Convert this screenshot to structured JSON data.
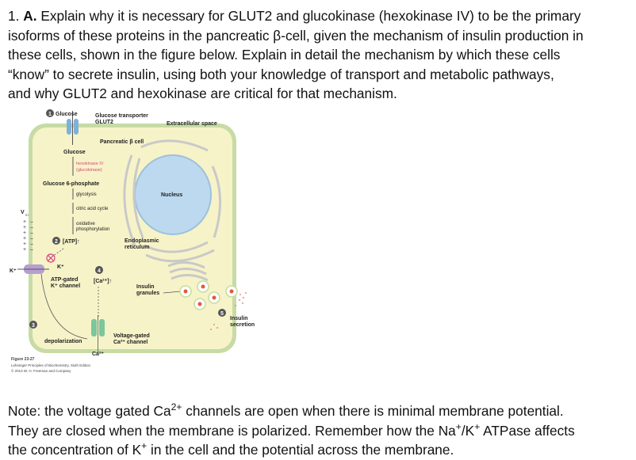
{
  "question": {
    "number": "1.",
    "part": "A.",
    "line1": "Explain why it is necessary for GLUT2 and glucokinase (hexokinase IV) to be the primary",
    "line2": "isoforms of these proteins in the pancreatic β-cell, given the mechanism of insulin production in",
    "line3": "these cells, shown in the figure below.   Explain in detail the mechanism by which these cells",
    "line4": "“know” to secrete insulin, using both your knowledge of transport and metabolic pathways,",
    "line5": "and why GLUT2 and hexokinase are critical for that mechanism."
  },
  "figure": {
    "step1": "1",
    "step2": "2",
    "step3": "3",
    "step4": "4",
    "step5": "5",
    "glucose_top": "Glucose",
    "transporter_1": "Glucose transporter",
    "transporter_2": "GLUT2",
    "extracellular": "Extracellular space",
    "cell_label": "Pancreatic β cell",
    "glucose_inside": "Glucose",
    "hexokinase_1": "hexokinase IV",
    "hexokinase_2": "(glucokinase)",
    "g6p": "Glucose 6-phosphate",
    "glycolysis": "glycolysis",
    "tca": "citric acid cycle",
    "oxphos_1": "oxidative",
    "oxphos_2": "phosphorylation",
    "atp": "[ATP]↑",
    "nucleus": "Nucleus",
    "er_1": "Endoplasmic",
    "er_2": "reticulum",
    "vm": "V",
    "vm_sub": "m",
    "k_out": "K⁺",
    "k_in": "K⁺",
    "katp_1": "ATP-gated",
    "katp_2": "K⁺ channel",
    "ca_rise": "[Ca²⁺]↑",
    "granules_1": "Insulin",
    "granules_2": "granules",
    "secretion_1": "Insulin",
    "secretion_2": "secretion",
    "vgcc_1": "Voltage-gated",
    "vgcc_2": "Ca²⁺ channel",
    "depolarization": "depolarization",
    "ca_in": "Ca²⁺",
    "caption_1": "Figure 23-27",
    "caption_2": "Lehninger Principles of Biochemistry, Sixth Edition",
    "caption_3": "© 2013 W. H. Freeman and Company"
  },
  "note": {
    "part1": "Note: the voltage gated Ca",
    "sup1": "2+",
    "part2": " channels are open when there is minimal membrane potential.",
    "line2a": "They are closed when the membrane is polarized.  Remember how the Na",
    "sup2": "+",
    "line2b": "/K",
    "sup3": "+",
    "line2c": " ATPase affects",
    "line3a": "the concentration of K",
    "sup4": "+",
    "line3b": " in the cell and the potential across the membrane."
  },
  "colors": {
    "cytoplasm": "#f6f3c8",
    "membrane": "#c7dba5",
    "nucleus": "#bcd9ef",
    "er": "#c9c9c9",
    "pink": "#d9467e",
    "granule": "#e05a3c",
    "channel_green": "#7bc69b",
    "channel_purple": "#b69fd0",
    "step_circle": "#555555"
  }
}
